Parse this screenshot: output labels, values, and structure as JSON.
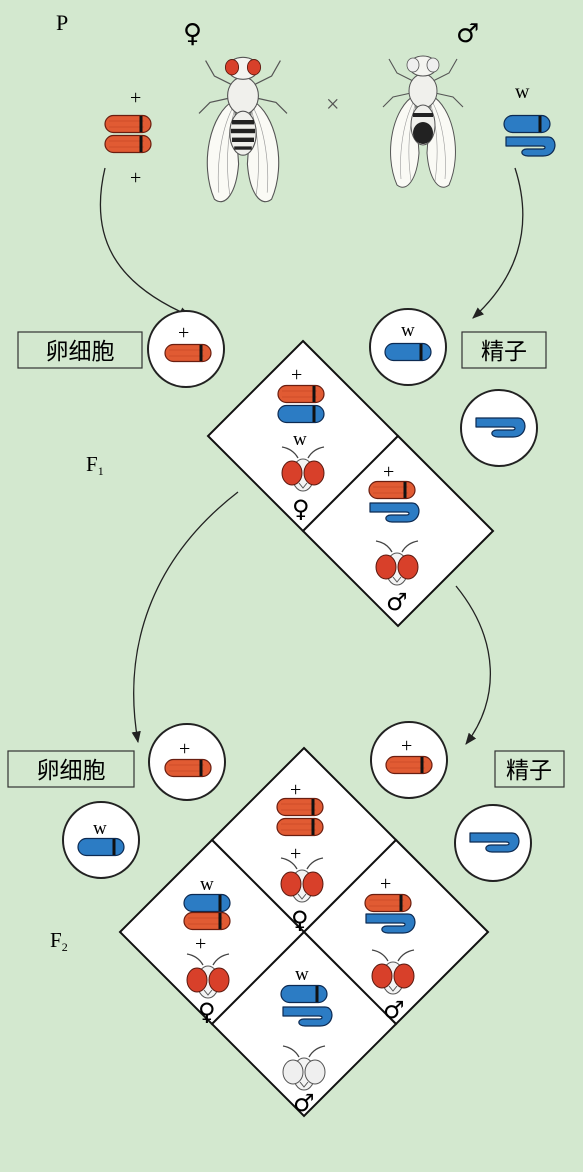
{
  "generations": {
    "p": "P",
    "f1": "F",
    "f1_sub": "1",
    "f2": "F",
    "f2_sub": "2"
  },
  "symbols": {
    "female": "♀",
    "male": "♂",
    "cross": "×",
    "dominant": "+",
    "recessive": "w"
  },
  "boxes": {
    "egg": "卵细胞",
    "sperm": "精子"
  },
  "colors": {
    "background": "#d3e8cf",
    "red_allele": "#e15b33",
    "white_allele": "#2c7cc4",
    "fly_eye": "#d8402a"
  },
  "icons": {
    "fly": "fruit-fly-icon",
    "fly_head": "fly-head-icon",
    "x_chromosome": "x-chromosome-icon",
    "y_chromosome": "y-chromosome-icon",
    "arrow": "curved-arrow-icon"
  }
}
